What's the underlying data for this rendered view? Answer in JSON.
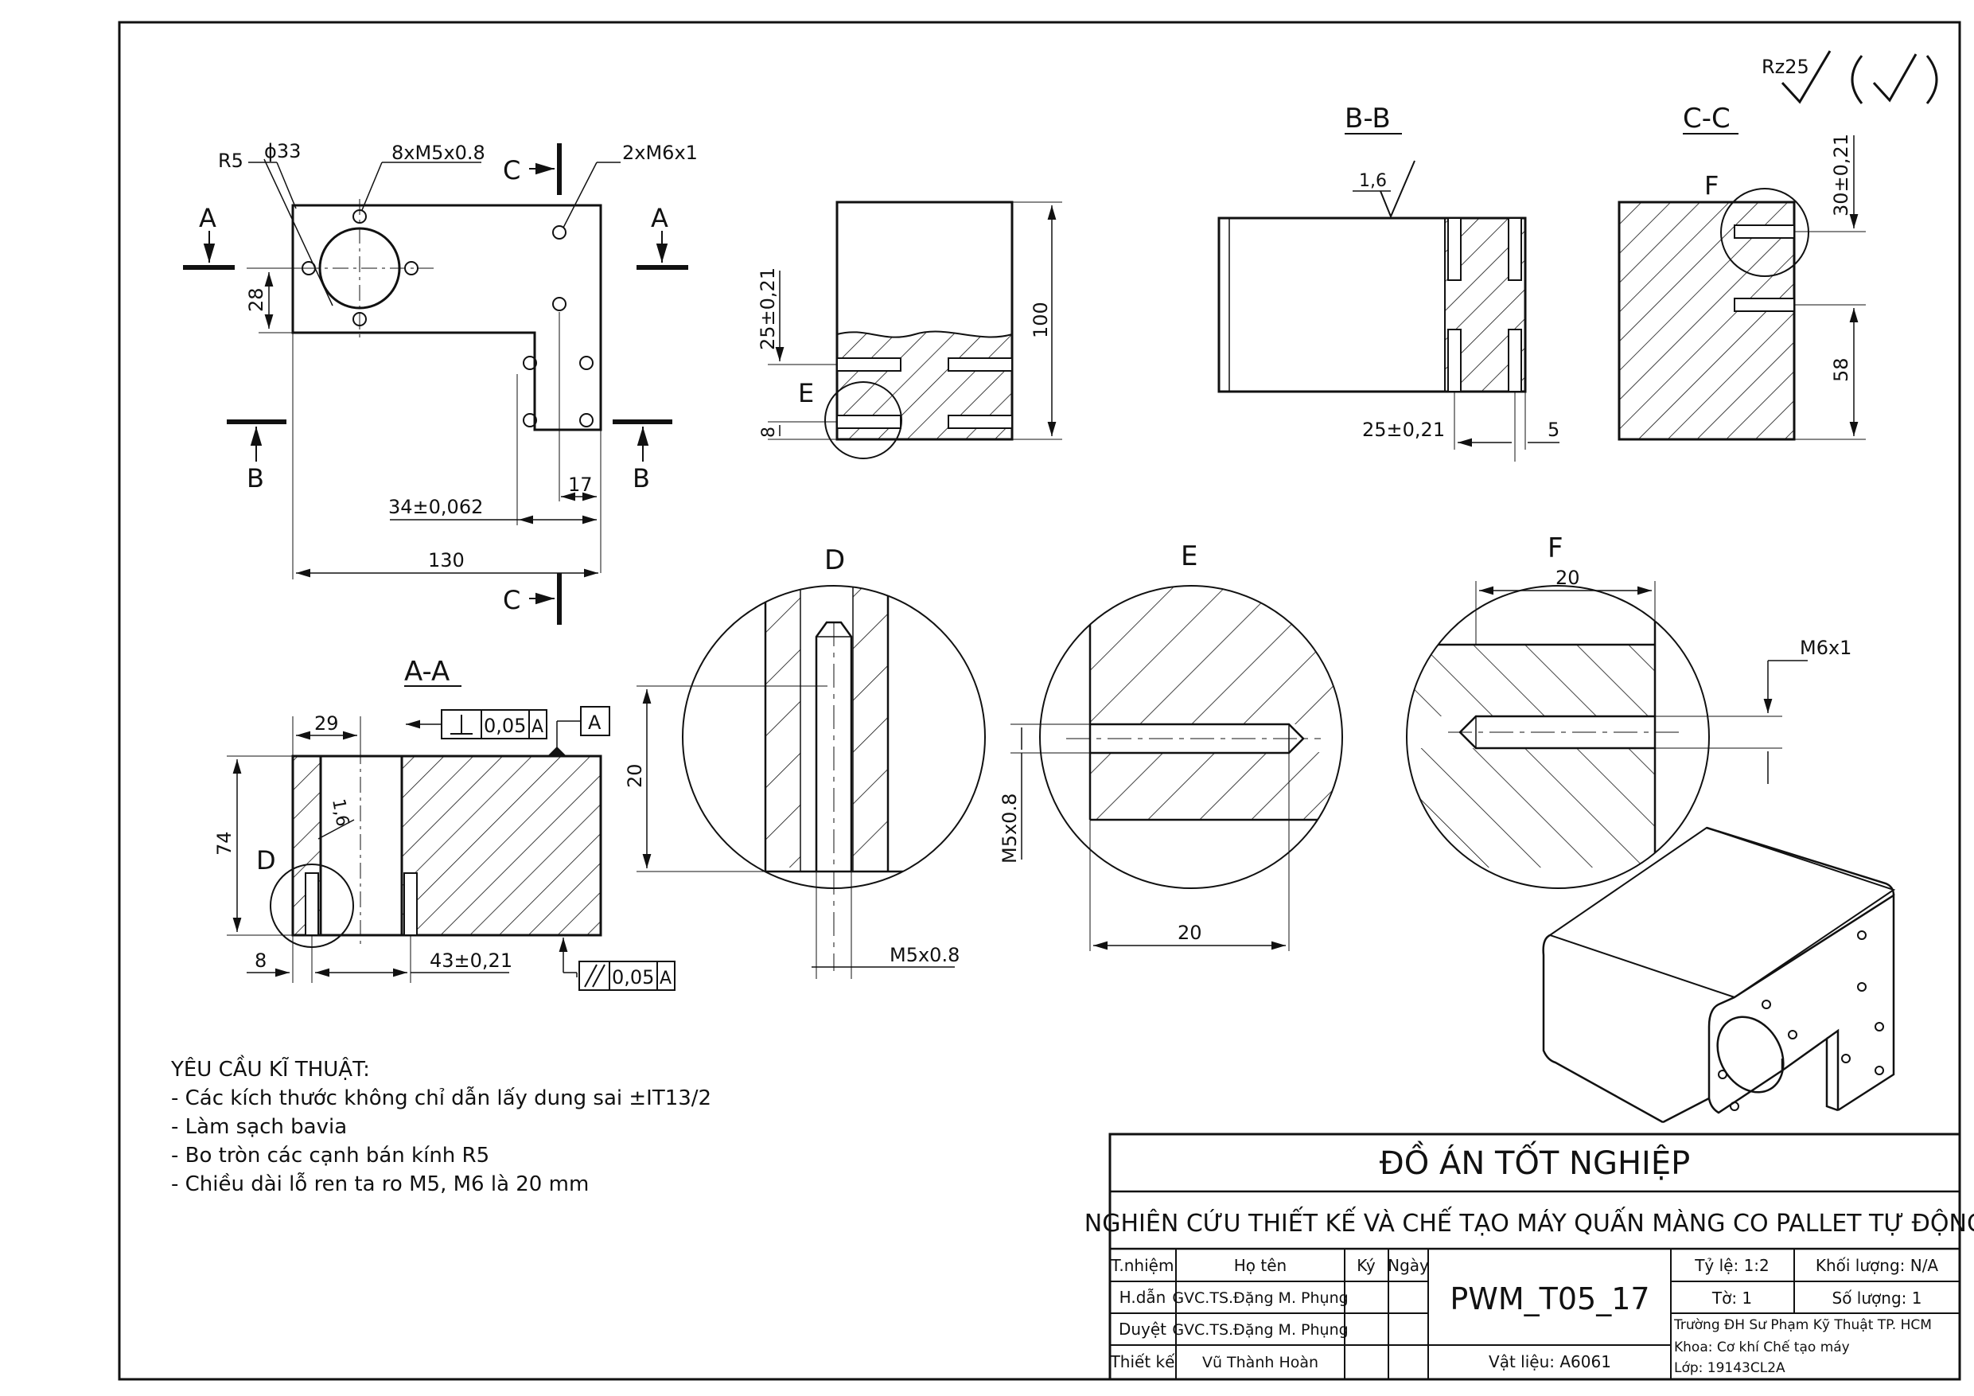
{
  "roughness": {
    "rz": "Rz25"
  },
  "top_view": {
    "r5": "R5",
    "phi33": "ϕ33",
    "m5": "8xM5x0.8",
    "m6": "2xM6x1",
    "a1": "A",
    "a2": "A",
    "b1": "B",
    "b2": "B",
    "c1": "C",
    "c2": "C",
    "d28": "28",
    "d17": "17",
    "d34": "34±0,062",
    "d130": "130"
  },
  "front_view": {
    "d25": "25±0,21",
    "d100": "100",
    "e": "E",
    "d8": "8"
  },
  "section_bb": {
    "title": "B-B",
    "rough": "1,6",
    "d25": "25±0,21",
    "d5": "5"
  },
  "section_cc": {
    "title": "C-C",
    "f": "F",
    "d30": "30±0,21",
    "d58": "58"
  },
  "section_aa": {
    "title": "A-A",
    "d29": "29",
    "d74": "74",
    "d8": "8",
    "d43": "43±0,21",
    "rough": "1,6",
    "d": "D",
    "perp": "0,05",
    "perp_ref": "A",
    "datum": "A",
    "par": "0,05",
    "par_ref": "A"
  },
  "detail_d": {
    "title": "D",
    "d20": "20",
    "thread": "M5x0.8"
  },
  "detail_e": {
    "title": "E",
    "d20": "20",
    "thread": "M5x0.8"
  },
  "detail_f": {
    "title": "F",
    "d20": "20",
    "thread": "M6x1"
  },
  "requirements": {
    "title": "YÊU CẦU KĨ THUẬT:",
    "items": [
      "- Các kích thước không chỉ dẫn lấy dung sai ±IT13/2",
      "- Làm sạch bavia",
      "- Bo tròn các cạnh bán kính R5",
      "- Chiều dài lỗ ren ta ro M5, M6 là 20 mm"
    ]
  },
  "title_block": {
    "main": "ĐỒ ÁN TỐT NGHIỆP",
    "project": "NGHIÊN CỨU THIẾT KẾ VÀ CHẾ TẠO MÁY QUẤN MÀNG CO PALLET TỰ ĐỘNG",
    "h_role": "T.nhiệm",
    "h_name": "Họ tên",
    "h_sign": "Ký",
    "h_date": "Ngày",
    "r1_role": "H.dẫn",
    "r1_name": "GVC.TS.Đặng M. Phụng",
    "r2_role": "Duyệt",
    "r2_name": "GVC.TS.Đặng M. Phụng",
    "r3_role": "Thiết kế",
    "r3_name": "Vũ Thành Hoàn",
    "code": "PWM_T05_17",
    "material": "Vật liệu: A6061",
    "scale": "Tỷ lệ: 1:2",
    "weight": "Khối lượng: N/A",
    "sheet": "Tờ: 1",
    "qty": "Số lượng: 1",
    "school": "Trường ĐH Sư Phạm Kỹ Thuật TP. HCM",
    "faculty": "Khoa: Cơ khí Chế tạo máy",
    "class": "Lớp: 19143CL2A"
  }
}
